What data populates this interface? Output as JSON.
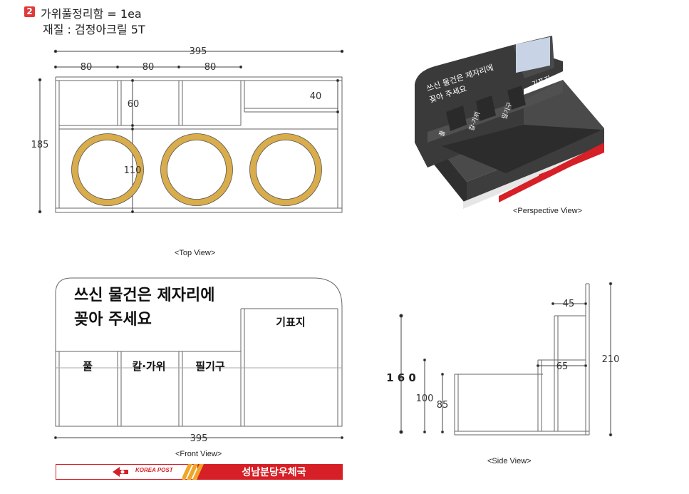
{
  "header": {
    "badge_number": "2",
    "title": "가위풀정리함 = 1ea",
    "material": "재질 : 검정아크릴 5T"
  },
  "top_view": {
    "caption": "<Top View>",
    "dims": {
      "overall_width": "395",
      "compartment_1": "80",
      "compartment_2": "80",
      "compartment_3": "80",
      "depth": "185",
      "front_depth": "60",
      "right_depth": "40",
      "hole_row": "110"
    },
    "ring_color": "#d9ac4c",
    "ring_count": 3
  },
  "perspective_view": {
    "caption": "<Perspective View>",
    "panel_text_line1": "쓰신 물건은 제자리에",
    "panel_text_line2": "꽂아 주세요",
    "labels": [
      "풀",
      "칼·가위",
      "필기구",
      "기표지"
    ],
    "body_color": "#3a3a3a",
    "band_color": "#d61f26"
  },
  "front_view": {
    "caption": "<Front View>",
    "panel_text_line1": "쓰신 물건은 제자리에",
    "panel_text_line2": "꽂아 주세요",
    "compartments": [
      "풀",
      "칼·가위",
      "필기구"
    ],
    "right_compartment": "기표지",
    "dim_width": "395"
  },
  "side_view": {
    "caption": "<Side View>",
    "dims": {
      "top_width": "45",
      "mid_width": "65",
      "height_total": "210",
      "height_160": "1 6 0",
      "height_100": "100",
      "height_85": "85"
    }
  },
  "banner": {
    "brand": "KOREA POST",
    "office_name": "성남분당우체국",
    "brand_color": "#d61f26"
  }
}
